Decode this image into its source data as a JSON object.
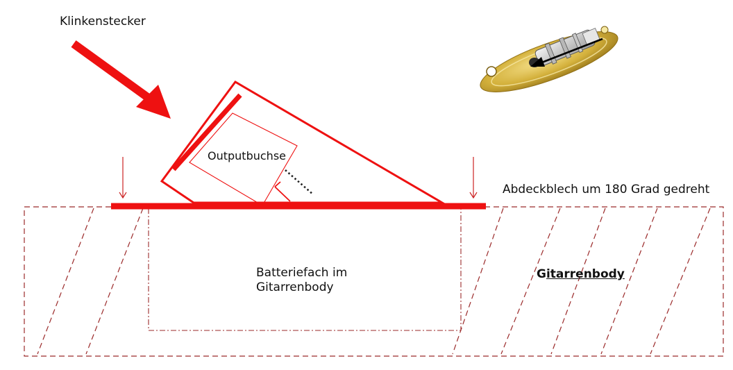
{
  "labels": {
    "plug": "Klinkenstecker",
    "jack": "Outputbuchse",
    "cover_plate": "Abdeckblech um 180 Grad gedreht",
    "battery_line1": "Batteriefach im",
    "battery_line2": "Gitarrenbody",
    "body_first": "G",
    "body_rest": "itarrenbody"
  },
  "colors": {
    "main_red": "#ee1111",
    "body_outline": "#9b2a2a",
    "dotted": "#222222",
    "brass": "#d4b13c"
  },
  "icons": {
    "jack_photo": "jack-plate-photo-icon",
    "insert_arrow": "arrow-icon"
  }
}
